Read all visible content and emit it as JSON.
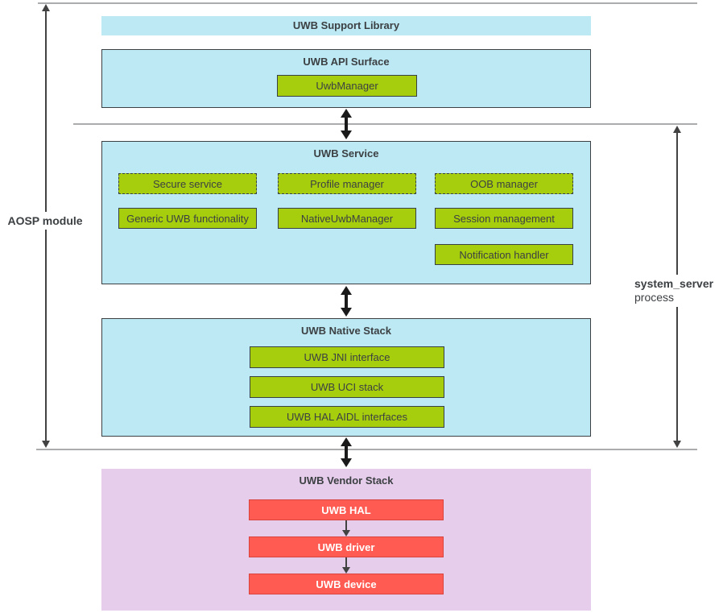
{
  "side_labels": {
    "left": "AOSP module",
    "right_line1": "system_server",
    "right_line2": "process"
  },
  "layers": {
    "support_library": {
      "title": "UWB Support Library"
    },
    "api_surface": {
      "title": "UWB API Surface",
      "manager": "UwbManager"
    },
    "service": {
      "title": "UWB Service",
      "dashed": [
        "Secure service",
        "Profile manager",
        "OOB manager"
      ],
      "solid": [
        "Generic UWB functionality",
        "NativeUwbManager",
        "Session management",
        "Notification handler"
      ]
    },
    "native_stack": {
      "title": "UWB Native Stack",
      "items": [
        "UWB JNI interface",
        "UWB UCI stack",
        "UWB HAL AIDL interfaces"
      ]
    },
    "vendor_stack": {
      "title": "UWB Vendor Stack",
      "items": [
        "UWB HAL",
        "UWB driver",
        "UWB device"
      ]
    }
  },
  "colors": {
    "cyan": "#bce9f4",
    "green": "#a6ce0c",
    "red": "#ff5b52",
    "lavender": "#e6cdeb",
    "text": "#3c4043",
    "line": "#aaacae",
    "arrow": "#1a1a1a",
    "thin-arrow": "#424242"
  }
}
